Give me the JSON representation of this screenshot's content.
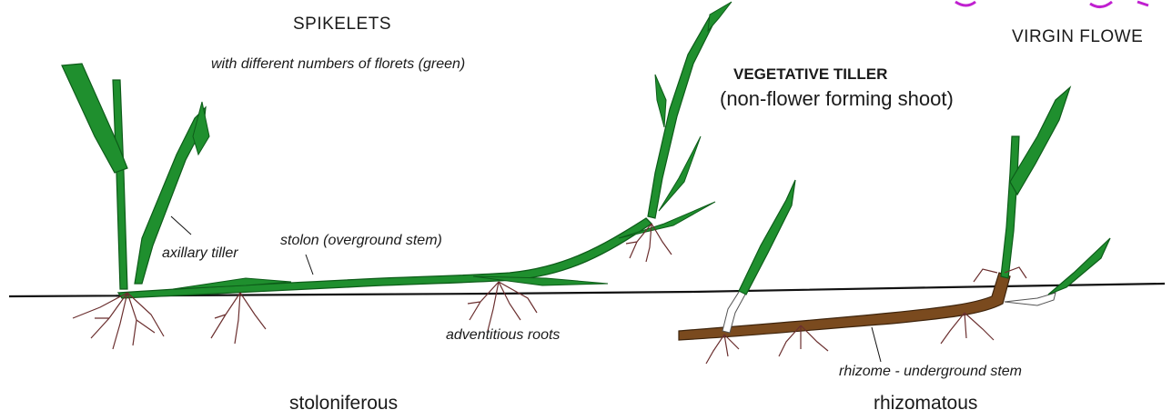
{
  "labels": {
    "spikelets": "SPIKELETS",
    "spikelets_note": "with different numbers of florets (green)",
    "vegetative_tiller": "VEGETATIVE TILLER",
    "vegetative_note": "(non-flower forming shoot)",
    "virgin_flower": "VIRGIN FLOWE",
    "axillary_tiller": "axillary tiller",
    "stolon": "stolon (overground stem)",
    "adventitious_roots": "adventitious roots",
    "rhizome": "rhizome - underground stem",
    "stoloniferous": "stoloniferous",
    "rhizomatous": "rhizomatous"
  },
  "colors": {
    "leaf_green": "#1f8f2e",
    "dark_green": "#0d5c19",
    "rhizome_brown": "#7a4a1e",
    "root": "#6b2f2f",
    "ground": "#111111",
    "accent_purple": "#c020d0"
  }
}
